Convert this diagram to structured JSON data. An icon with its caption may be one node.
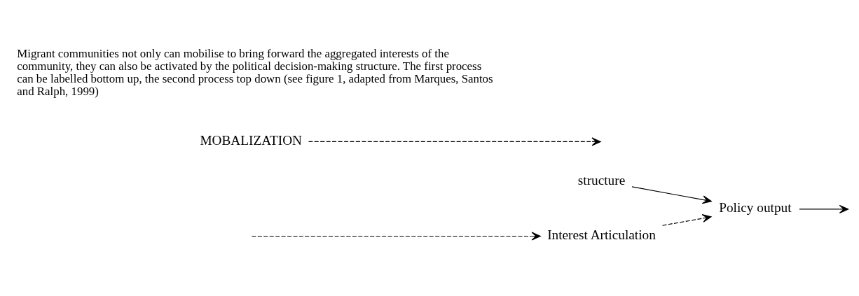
{
  "diagram": {
    "nodes": [
      {
        "text": [
          "structure"
        ]
      },
      {
        "text": [
          "MOBALIZATION"
        ]
      },
      {
        "text": [
          "Interest Articulation"
        ]
      },
      {
        "text": [
          "Policy output"
        ]
      }
    ],
    "edges": [
      {
        "from": 1,
        "to": null,
        "arrow": "to",
        "style": "dashed"
      },
      {
        "from": null,
        "to": 2,
        "arrow": "to",
        "style": "dashed"
      },
      {
        "from": 2,
        "to": 3,
        "arrow": "to",
        "style": "dashed"
      },
      {
        "from": 0,
        "to": 3,
        "arrow": "to"
      },
      {
        "from": 3,
        "to": null,
        "arrow": "to"
      }
    ],
    "labels": [
      "Migrant communities not only can mobilise to bring forward the aggregated interests of the community, they can also be activated by the political decision-making structure. The first process can be labelled bottom up, the second process top down (see figure 1, adapted from Marques, Santos and Ralph, 1999)"
    ]
  }
}
